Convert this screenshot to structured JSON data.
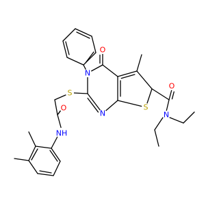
{
  "molecule": {
    "atoms": [
      {
        "id": "O_keto",
        "symbol": "O",
        "color": "#ff0000"
      },
      {
        "id": "N3",
        "symbol": "N",
        "color": "#0000ff"
      },
      {
        "id": "N1",
        "symbol": "N",
        "color": "#0000ff"
      },
      {
        "id": "S_ring",
        "symbol": "S",
        "color": "#b8a000"
      },
      {
        "id": "S_link",
        "symbol": "S",
        "color": "#b8a000"
      },
      {
        "id": "O_amide2",
        "symbol": "O",
        "color": "#ff0000"
      },
      {
        "id": "NH",
        "symbol": "NH",
        "color": "#0000ff"
      },
      {
        "id": "O_amide1",
        "symbol": "O",
        "color": "#ff0000"
      },
      {
        "id": "N_amide",
        "symbol": "N",
        "color": "#0000ff"
      }
    ],
    "bond_color": "#000000",
    "background": "#ffffff"
  }
}
